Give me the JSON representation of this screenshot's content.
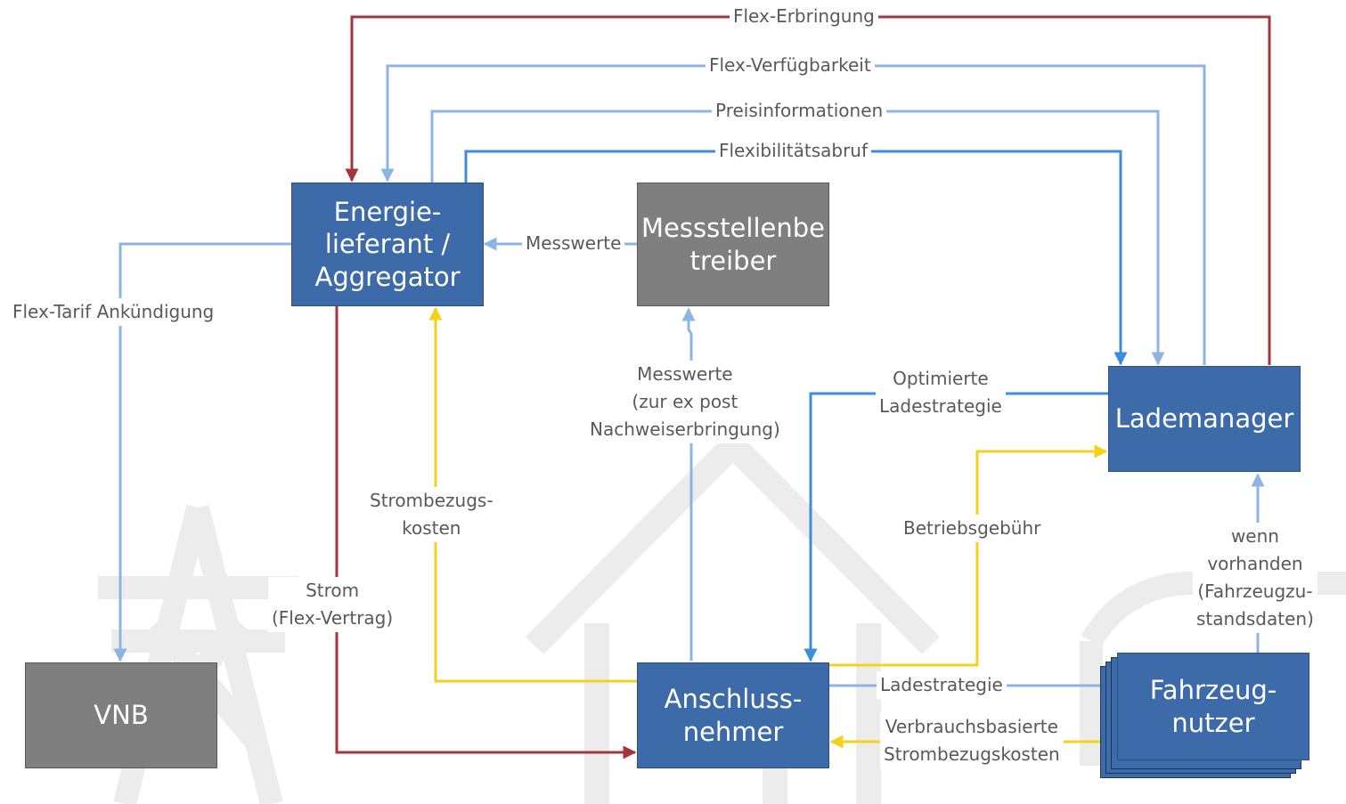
{
  "nodes": {
    "energie": "Energie-\nlieferant /\nAggregator",
    "messstellen": "Messstellenbe\ntreiber",
    "lademanager": "Lademanager",
    "vnb": "VNB",
    "anschluss": "Anschluss-\nnehmer",
    "fahrzeug": "Fahrzeug-\nnutzer"
  },
  "edges": {
    "flex_erbringung": "Flex-Erbringung",
    "flex_verfuegbarkeit": "Flex-Verfügbarkeit",
    "preisinformationen": "Preisinformationen",
    "flexibilitaetsabruf": "Flexibilitätsabruf",
    "messwerte_top": "Messwerte",
    "flex_tarif": "Flex-Tarif Ankündigung",
    "messwerte_mid": "Messwerte\n(zur ex post\nNachweiserbringung)",
    "optimierte": "Optimierte\nLadestrategie",
    "strombezugskosten": "Strombezugs-\nkosten",
    "betriebsgebuehr": "Betriebsgebühr",
    "wenn_vorhanden": "wenn\nvorhanden\n(Fahrzeugzu-\nstandsdaten)",
    "strom": "Strom\n(Flex-Vertrag)",
    "ladestrategie": "Ladestrategie",
    "verbrauchsbasierte": "Verbrauchsbasierte\nStrombezugskosten"
  },
  "colors": {
    "red": "#a8343a",
    "light_blue": "#8eb4e3",
    "blue": "#3c8dde",
    "yellow": "#f5d21a",
    "box_blue": "#3d6aa8",
    "box_gray": "#7f7f7f",
    "watermark": "#ececec"
  },
  "watermarks": [
    "power-pylon-icon",
    "house-icon",
    "car-icon"
  ]
}
